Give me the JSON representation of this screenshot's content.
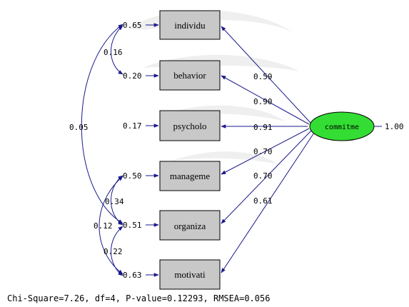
{
  "diagram": {
    "latent": {
      "label": "commitme",
      "variance": "1.00",
      "fill": "#33dd33"
    },
    "indicators": [
      {
        "label": "individu",
        "error": "0.65",
        "loading": "0.59"
      },
      {
        "label": "behavior",
        "error": "0.20",
        "loading": "0.90"
      },
      {
        "label": "psycholo",
        "error": "0.17",
        "loading": "0.91"
      },
      {
        "label": "manageme",
        "error": "0.50",
        "loading": "0.70"
      },
      {
        "label": "organiza",
        "error": "0.51",
        "loading": "0.70"
      },
      {
        "label": "motivati",
        "error": "0.63",
        "loading": "0.61"
      }
    ],
    "covariances": [
      {
        "between": [
          "individu",
          "behavior"
        ],
        "value": "0.16"
      },
      {
        "between": [
          "individu",
          "organiza"
        ],
        "value": "0.05"
      },
      {
        "between": [
          "manageme",
          "organiza"
        ],
        "value": "0.34"
      },
      {
        "between": [
          "manageme",
          "motivati"
        ],
        "value": "0.12"
      },
      {
        "between": [
          "organiza",
          "motivati"
        ],
        "value": "0.22"
      }
    ],
    "fit_text": "Chi-Square=7.26, df=4, P-value=0.12293, RMSEA=0.056",
    "path_color": "#1a1a8c"
  }
}
